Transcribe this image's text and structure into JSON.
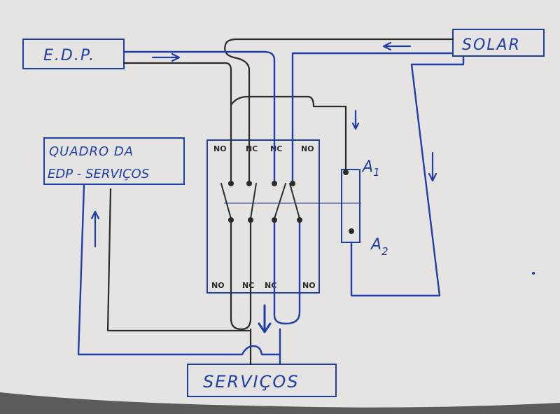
{
  "colors": {
    "paper": "#e6e4e3",
    "ink_blue": "#1f3fa6",
    "ink_black": "#2a2a2a"
  },
  "labels": {
    "edp": "E.D.P.",
    "solar": "SOLAR",
    "quadro_line1": "QUADRO DA",
    "quadro_line2": "EDP - SERVIÇOS",
    "servicos": "SERVIÇOS",
    "a1": "A",
    "a1_sub": "1",
    "a2": "A",
    "a2_sub": "2"
  },
  "contactor": {
    "top_contacts": [
      "NO",
      "NC",
      "NC",
      "NO"
    ],
    "bottom_contacts": [
      "NO",
      "NC",
      "NC",
      "NO"
    ]
  },
  "icons": [
    "arrow-right-icon",
    "arrow-left-icon",
    "arrow-down-icon",
    "arrow-up-icon"
  ]
}
